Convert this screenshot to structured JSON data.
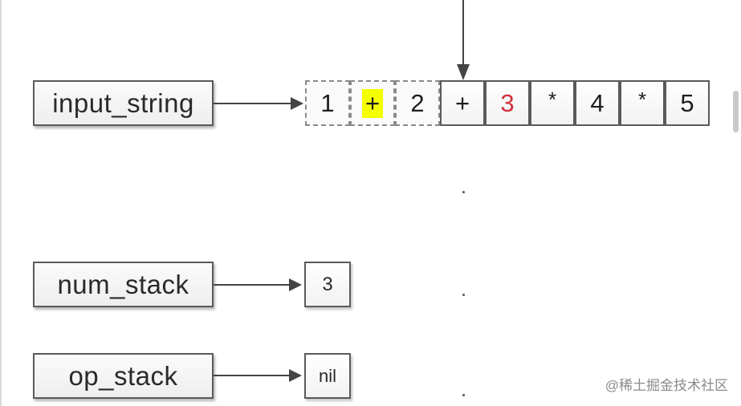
{
  "labels": {
    "input_string": "input_string",
    "num_stack": "num_stack",
    "op_stack": "op_stack"
  },
  "input_cells": [
    {
      "text": "1",
      "state": "consumed"
    },
    {
      "text": "+",
      "state": "consumed",
      "highlight": "#f6ff00"
    },
    {
      "text": "2",
      "state": "consumed"
    },
    {
      "text": "+",
      "state": "current"
    },
    {
      "text": "3",
      "state": "pending",
      "color": "#d0303c"
    },
    {
      "text": "*",
      "state": "pending"
    },
    {
      "text": "4",
      "state": "pending"
    },
    {
      "text": "*",
      "state": "pending"
    },
    {
      "text": "5",
      "state": "pending"
    }
  ],
  "num_stack": [
    "3"
  ],
  "op_stack": [
    "nil"
  ],
  "watermark": "@稀土掘金技术社区"
}
